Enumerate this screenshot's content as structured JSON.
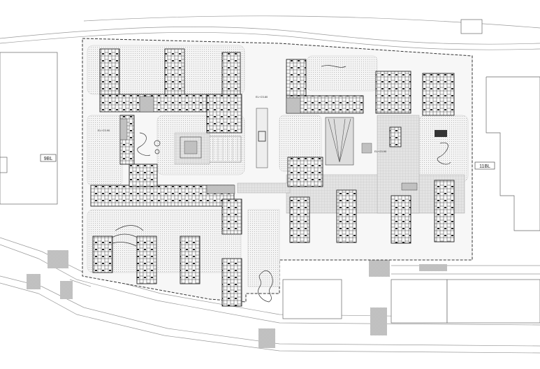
{
  "plot_labels": {
    "west_plot": "9BL",
    "east_plot": "11BL"
  },
  "elevation_marks": [
    "EL+23.90",
    "EL+23.80",
    "EL+23.90"
  ],
  "colors": {
    "line": "#333333",
    "hatch": "#9a9a9a",
    "paving": "#e6e6e6",
    "dark": "#1a1a1a",
    "background": "#ffffff"
  }
}
